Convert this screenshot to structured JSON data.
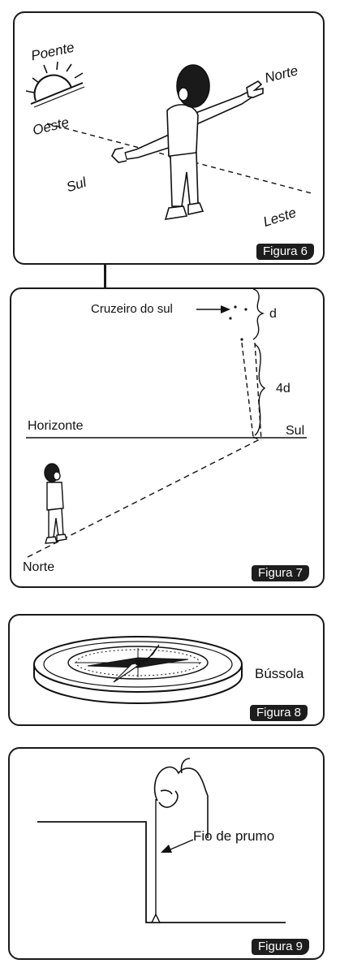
{
  "figure6": {
    "labels": {
      "poente": "Poente",
      "oeste": "Oeste",
      "norte": "Norte",
      "sul": "Sul",
      "leste": "Leste"
    },
    "caption": "Figura 6"
  },
  "figure7": {
    "labels": {
      "cruzeiro": "Cruzeiro do sul",
      "d": "d",
      "four_d": "4d",
      "horizonte": "Horizonte",
      "sul": "Sul",
      "norte": "Norte"
    },
    "caption": "Figura 7"
  },
  "figure8": {
    "labels": {
      "bussola": "Bússola"
    },
    "caption": "Figura 8"
  },
  "figure9": {
    "labels": {
      "fio": "Fio de prumo"
    },
    "caption": "Figura 9"
  }
}
